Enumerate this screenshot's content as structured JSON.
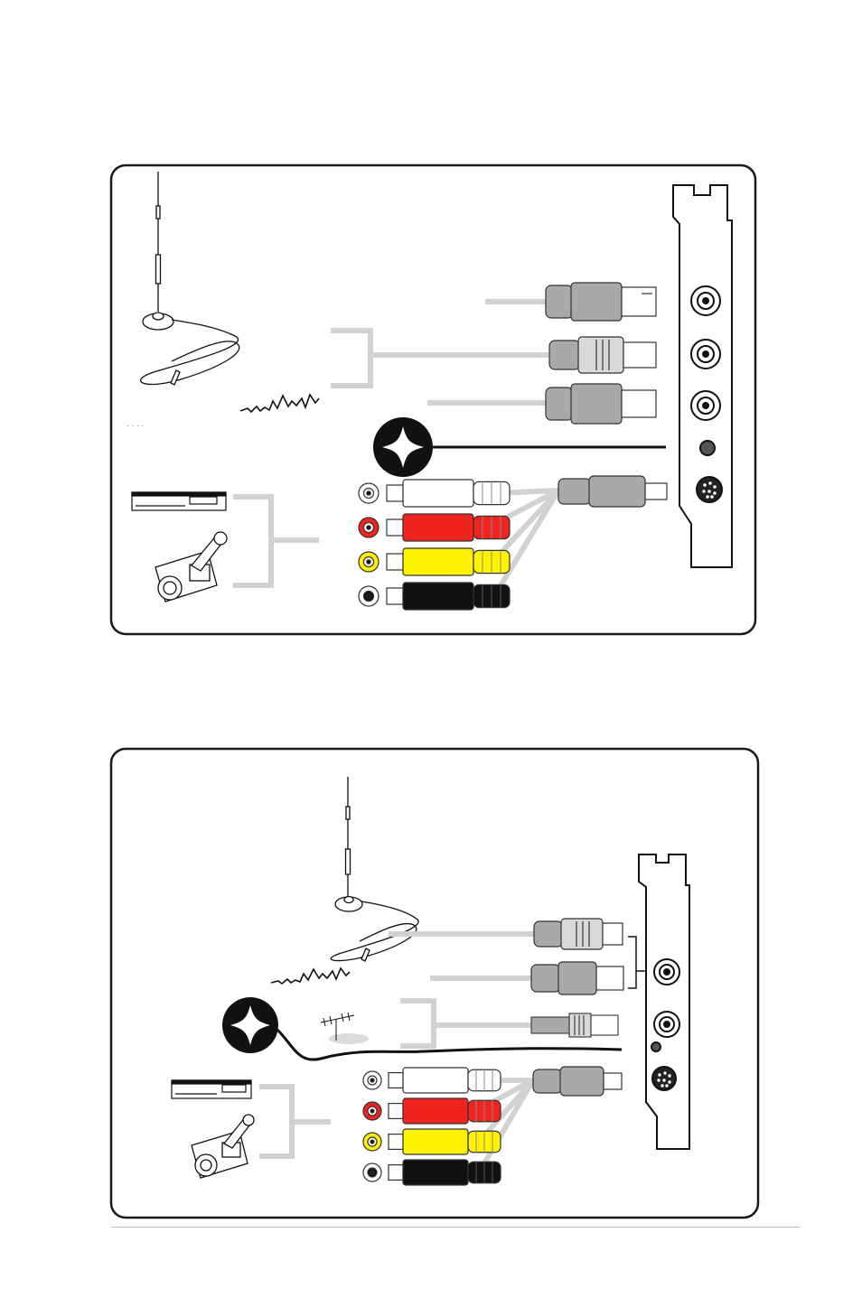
{
  "colors": {
    "frame": "#1a1a1a",
    "cable_gray": "#d2d2d2",
    "plug_gray": "#a9a9a9",
    "plug_light": "#d9d9d9",
    "rca_white": "#ffffff",
    "rca_red": "#f0231e",
    "rca_yellow": "#fff200",
    "rca_black": "#111111",
    "bracket": "#ffffff"
  },
  "icons": {
    "antenna": "magnetic-antenna-icon",
    "sparkle": "four-point-star-badge-icon",
    "vcr": "vcr-device-icon",
    "camcorder": "camcorder-icon",
    "roof_antenna": "rooftop-antenna-icon",
    "signal": "signal-wave-icon"
  },
  "diagrams": [
    {
      "id": "top",
      "rca_colors": [
        "rca_white",
        "rca_red",
        "rca_yellow",
        "rca_black"
      ]
    },
    {
      "id": "bottom",
      "rca_colors": [
        "rca_white",
        "rca_red",
        "rca_yellow",
        "rca_black"
      ]
    }
  ]
}
